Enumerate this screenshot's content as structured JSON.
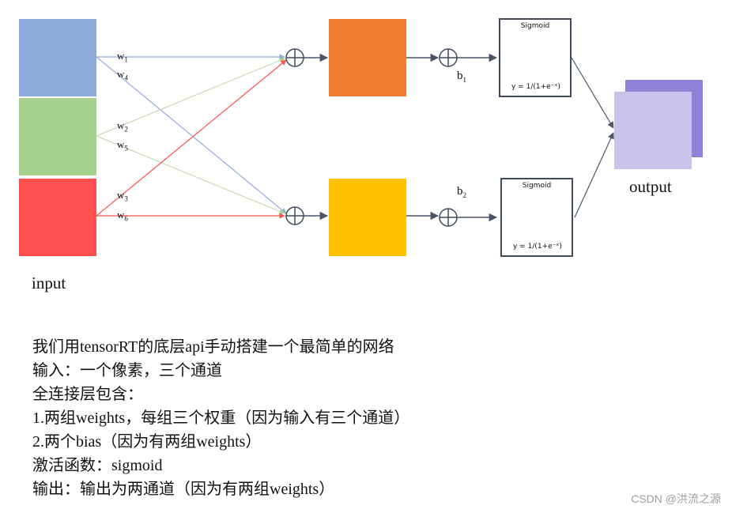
{
  "diagram": {
    "input_label": "input",
    "output_label": "output",
    "weights": [
      {
        "w": "w",
        "sub": "1"
      },
      {
        "w": "w",
        "sub": "4"
      },
      {
        "w": "w",
        "sub": "2"
      },
      {
        "w": "w",
        "sub": "5"
      },
      {
        "w": "w",
        "sub": "3"
      },
      {
        "w": "w",
        "sub": "6"
      }
    ],
    "biases": [
      {
        "b": "b",
        "sub": "1"
      },
      {
        "b": "b",
        "sub": "2"
      }
    ],
    "sigmoid": {
      "title": "Sigmoid",
      "formula": "y = 1/(1+e⁻ˣ)"
    },
    "colors": {
      "input_blue": "#8eaadb",
      "input_green": "#a9d18e",
      "input_red": "#ff5050",
      "neuron_orange": "#ed7d31",
      "neuron_yellow": "#ffc000",
      "output_front": "#c9c3ec",
      "output_back": "#8e82d8",
      "arrow": "#4a5568"
    }
  },
  "description": {
    "lines": [
      "我们用tensorRT的底层api手动搭建一个最简单的网络",
      "输入：一个像素，三个通道",
      "全连接层包含：",
      "1.两组weights，每组三个权重（因为输入有三个通道）",
      "2.两个bias（因为有两组weights）",
      "激活函数：sigmoid",
      "输出：输出为两通道（因为有两组weights）"
    ]
  },
  "watermark": "CSDN @洪流之源"
}
